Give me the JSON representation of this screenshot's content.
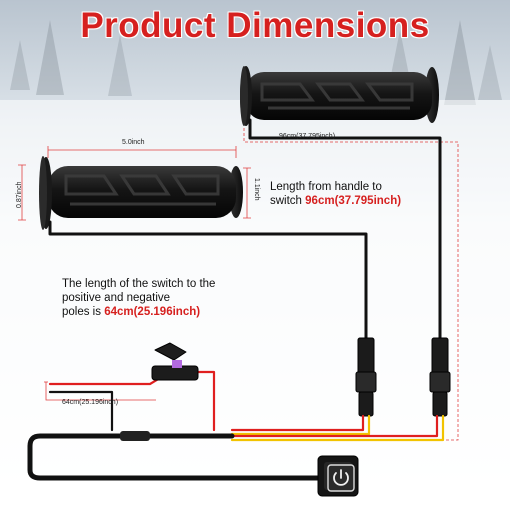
{
  "title": "Product Dimensions",
  "dimensions": {
    "grip_length": "5.0inch",
    "grip_diameter": "0.87inch",
    "grip_end_diameter": "1.1inch",
    "cable_right_label": "96cm(37.795inch)",
    "cable_left_label": "64cm(25.196inch)"
  },
  "notes": {
    "handle_to_switch_line1": "Length from handle to",
    "handle_to_switch_line2_prefix": "switch ",
    "handle_to_switch_value": "96cm(37.795inch)",
    "switch_to_poles_line1": "The length of the switch to the",
    "switch_to_poles_line2": "positive and negative",
    "switch_to_poles_line3_prefix": "poles is ",
    "switch_to_poles_value": "64cm(25.196inch)"
  },
  "icons": {
    "power_switch": "power-button-icon",
    "fuse": "fuse-holder-icon"
  },
  "colors": {
    "title": "#d6201f",
    "dimension_lines": "#e04040",
    "wire_red": "#e01f1f",
    "wire_yellow": "#f2c300",
    "cable_black": "#111111"
  }
}
